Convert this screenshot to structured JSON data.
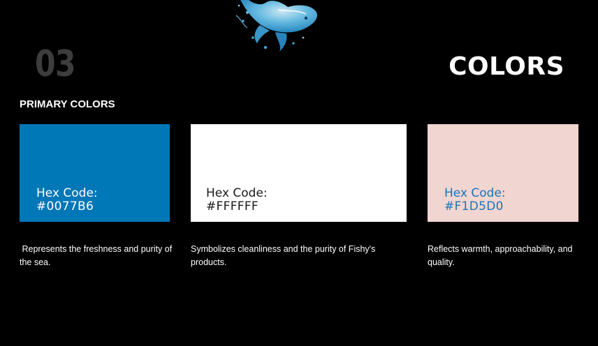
{
  "header": {
    "section_number": "03",
    "title": "COLORS"
  },
  "section": {
    "heading": "PRIMARY COLORS"
  },
  "decoration": {
    "icon": "water-fish-icon"
  },
  "swatches": [
    {
      "label": "Hex Code:",
      "hex": "#0077B6",
      "text_color": "#ffffff",
      "description": " Represents the freshness and purity of the sea."
    },
    {
      "label": "Hex Code:",
      "hex": "#FFFFFF",
      "text_color": "#1a1a1a",
      "description": "Symbolizes cleanliness and the purity of Fishy's products."
    },
    {
      "label": "Hex Code:",
      "hex": "#F1D5D0",
      "text_color": "#1a74b8",
      "description": "Reflects warmth, approachability, and quality."
    }
  ]
}
